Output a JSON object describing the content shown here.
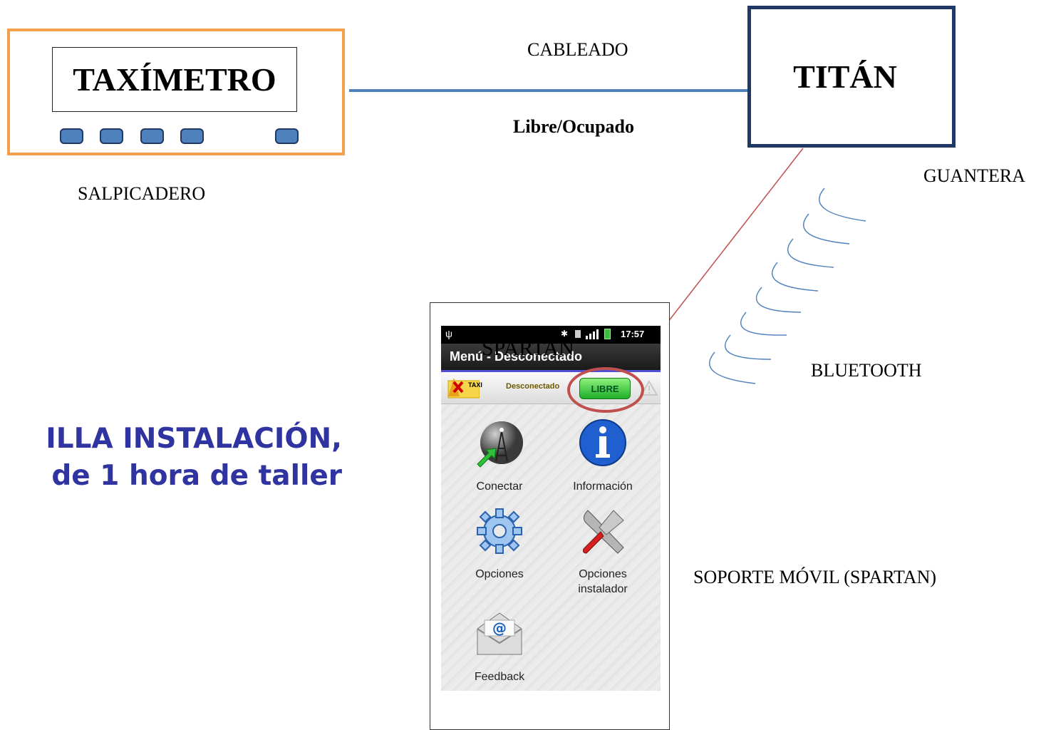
{
  "taximetro": {
    "title": "TAXÍMETRO",
    "location_label": "SALPICADERO",
    "button_icon": "rounded-rect-button"
  },
  "connection": {
    "label_top": "CABLEADO",
    "label_bottom": "Libre/Ocupado",
    "color": "#4f81bd"
  },
  "titan": {
    "title": "TITÁN",
    "location_label": "GUANTERA",
    "border_color": "#1f3864"
  },
  "bluetooth": {
    "label": "BLUETOOTH",
    "icon": "signal-wave-icon",
    "arrow_color": "#c0504d"
  },
  "headline": {
    "line1": "ILLA INSTALACIÓN,",
    "line2": "de 1 hora de taller",
    "color": "#3034a0"
  },
  "phone": {
    "support_label": "SOPORTE MÓVIL (SPARTAN)",
    "overlay_label": "SPARTAN",
    "status_bar": {
      "usb_icon": "usb-icon",
      "time": "17:57"
    },
    "title": "Menú - Desconectado",
    "app_bar": {
      "logo_text": "TAXI",
      "status": "Desconectado",
      "libre_button": "LIBRE",
      "warning_icon": "warning-icon"
    },
    "tiles": [
      {
        "label": "Conectar",
        "icon": "antenna-connect-icon"
      },
      {
        "label": "Información",
        "icon": "info-icon"
      },
      {
        "label": "Opciones",
        "icon": "gear-icon"
      },
      {
        "label": "Opciones instalador",
        "icon": "tools-icon"
      },
      {
        "label": "Feedback",
        "icon": "email-icon"
      }
    ],
    "highlight_color": "#c0504d"
  }
}
